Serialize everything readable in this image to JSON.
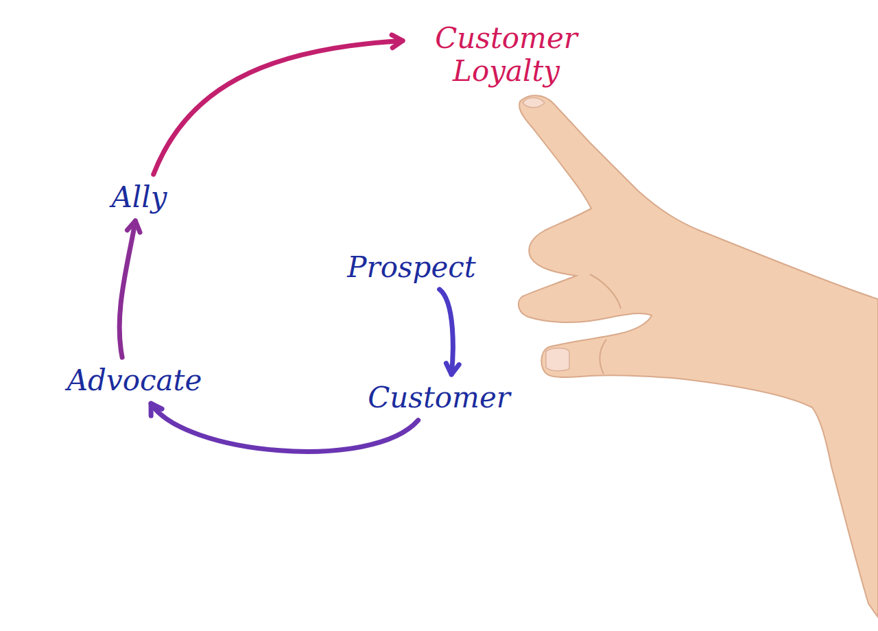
{
  "diagram": {
    "nodes": [
      {
        "text": [
          "Customer Loyalty"
        ]
      },
      {
        "text": [
          "Ally"
        ]
      },
      {
        "text": [
          "Prospect"
        ]
      },
      {
        "text": [
          "Advocate"
        ]
      },
      {
        "text": [
          "Customer"
        ]
      }
    ],
    "edges": [
      {
        "from": 2,
        "to": 4,
        "arrow": "to"
      },
      {
        "from": 4,
        "to": 3,
        "arrow": "to"
      },
      {
        "from": 3,
        "to": 1,
        "arrow": "to"
      },
      {
        "from": 1,
        "to": 0,
        "arrow": "to"
      }
    ]
  }
}
